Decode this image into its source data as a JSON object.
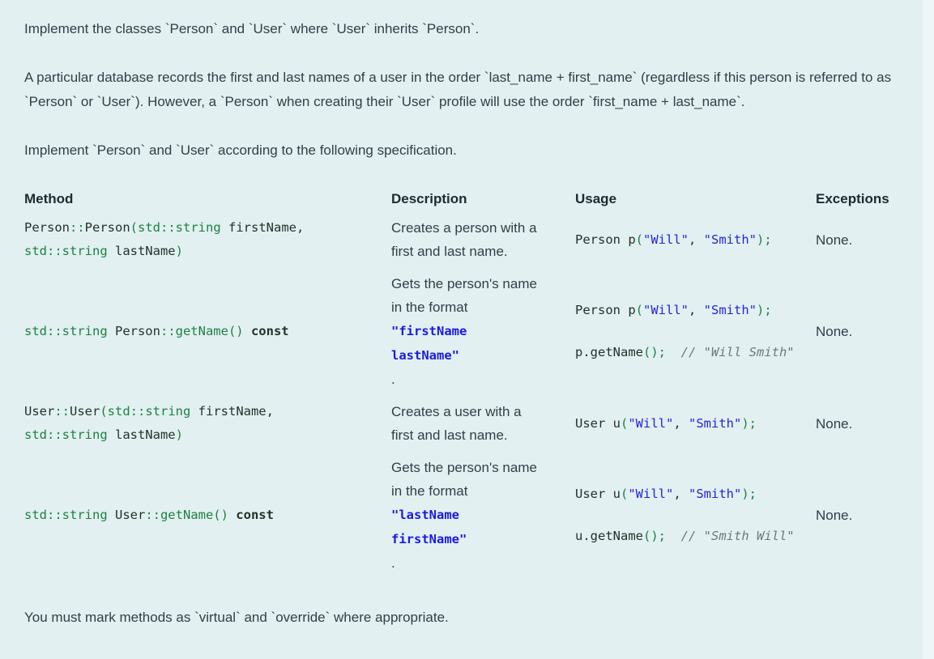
{
  "colors": {
    "background": "#e2f0f1",
    "right_strip": "#eef6f7",
    "body_text": "#333e48",
    "code_green": "#1e8044",
    "code_dark": "#24312b",
    "code_string_blue": "#2424d9",
    "inline_code_blue": "#1a1ae0",
    "comment_gray": "#6e7781"
  },
  "intro": {
    "p1": "Implement the classes `Person` and `User` where `User` inherits `Person`.",
    "p2": "A particular database records the first and last names of a user in the order `last_name + first_name` (regardless if this person is referred to as `Person` or `User`). However, a `Person` when creating their `User` profile will use the order `first_name + last_name`.",
    "p3": "Implement `Person` and `User` according to the following specification."
  },
  "table": {
    "headers": [
      "Method",
      "Description",
      "Usage",
      "Exceptions"
    ],
    "rows": [
      {
        "method": [
          [
            [
              "d",
              "Person"
            ],
            [
              "g",
              "::"
            ],
            [
              "d",
              "Person"
            ],
            [
              "g",
              "(std::string "
            ],
            [
              "d",
              "firstName,"
            ]
          ],
          [
            [
              "g",
              "std::string "
            ],
            [
              "d",
              "lastName"
            ],
            [
              "g",
              ")"
            ]
          ]
        ],
        "description": [
          [
            [
              "p",
              "Creates a person with a"
            ]
          ],
          [
            [
              "p",
              "first and last name."
            ]
          ]
        ],
        "usage": [
          [
            [
              "d",
              "Person p"
            ],
            [
              "g",
              "("
            ],
            [
              "s",
              "\"Will\""
            ],
            [
              "d",
              ", "
            ],
            [
              "s",
              "\"Smith\""
            ],
            [
              "g",
              ");"
            ]
          ]
        ],
        "exceptions": "None."
      },
      {
        "method": [
          [
            [
              "g",
              "std::string "
            ],
            [
              "d",
              "Person"
            ],
            [
              "g",
              "::getName() "
            ],
            [
              "k",
              "const"
            ]
          ]
        ],
        "description": [
          [
            [
              "p",
              "Gets the person's name"
            ]
          ],
          [
            [
              "p",
              "in the format"
            ]
          ],
          [
            [
              "cb",
              "\"firstName"
            ]
          ],
          [
            [
              "cb",
              "lastName\""
            ]
          ],
          [
            [
              "p",
              "."
            ]
          ]
        ],
        "usage": [
          [
            [
              "d",
              "Person p"
            ],
            [
              "g",
              "("
            ],
            [
              "s",
              "\"Will\""
            ],
            [
              "d",
              ", "
            ],
            [
              "s",
              "\"Smith\""
            ],
            [
              "g",
              ");"
            ]
          ],
          [],
          [
            [
              "d",
              "p.getName"
            ],
            [
              "g",
              "();"
            ],
            [
              "c",
              "  // \"Will Smith\""
            ]
          ]
        ],
        "exceptions": "None."
      },
      {
        "method": [
          [
            [
              "d",
              "User"
            ],
            [
              "g",
              "::"
            ],
            [
              "d",
              "User"
            ],
            [
              "g",
              "(std::string "
            ],
            [
              "d",
              "firstName,"
            ]
          ],
          [
            [
              "g",
              "std::string "
            ],
            [
              "d",
              "lastName"
            ],
            [
              "g",
              ")"
            ]
          ]
        ],
        "description": [
          [
            [
              "p",
              "Creates a user with a"
            ]
          ],
          [
            [
              "p",
              "first and last name."
            ]
          ]
        ],
        "usage": [
          [
            [
              "d",
              "User u"
            ],
            [
              "g",
              "("
            ],
            [
              "s",
              "\"Will\""
            ],
            [
              "d",
              ", "
            ],
            [
              "s",
              "\"Smith\""
            ],
            [
              "g",
              ");"
            ]
          ]
        ],
        "exceptions": "None."
      },
      {
        "method": [
          [
            [
              "g",
              "std::string "
            ],
            [
              "d",
              "User"
            ],
            [
              "g",
              "::getName() "
            ],
            [
              "k",
              "const"
            ]
          ]
        ],
        "description": [
          [
            [
              "p",
              "Gets the person's name"
            ]
          ],
          [
            [
              "p",
              "in the format"
            ]
          ],
          [
            [
              "cb",
              "\"lastName"
            ]
          ],
          [
            [
              "cb",
              "firstName\""
            ]
          ],
          [
            [
              "p",
              "."
            ]
          ]
        ],
        "usage": [
          [
            [
              "d",
              "User u"
            ],
            [
              "g",
              "("
            ],
            [
              "s",
              "\"Will\""
            ],
            [
              "d",
              ", "
            ],
            [
              "s",
              "\"Smith\""
            ],
            [
              "g",
              ");"
            ]
          ],
          [],
          [
            [
              "d",
              "u.getName"
            ],
            [
              "g",
              "();"
            ],
            [
              "c",
              "  // \"Smith Will\""
            ]
          ]
        ],
        "exceptions": "None."
      }
    ]
  },
  "footer": "You must mark methods as `virtual` and `override` where appropriate."
}
